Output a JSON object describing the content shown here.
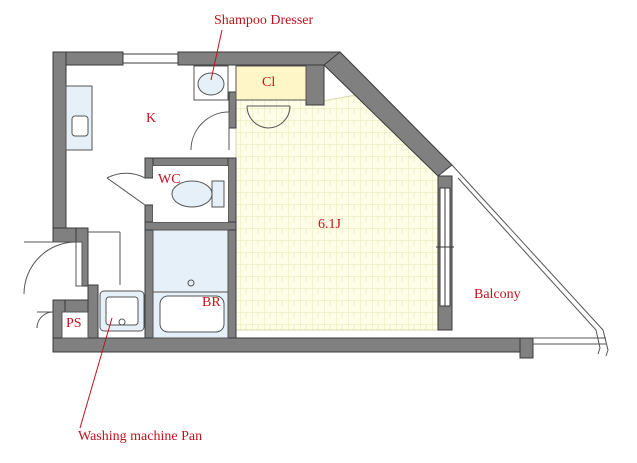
{
  "labels": {
    "shampoo_dresser": "Shampoo Dresser",
    "closet": "Cl",
    "kitchen": "K",
    "wc": "WC",
    "main_room": "6.1J",
    "bathroom": "BR",
    "balcony": "Balcony",
    "pipe_space": "PS",
    "washing_machine_pan": "Washing machine Pan"
  },
  "colors": {
    "wall": "#808080",
    "wall_edge": "#3a3a3a",
    "floor": "#fdfde8",
    "floor_line": "#e6e6b4",
    "fixture": "#e6f0f8",
    "closet": "#fff6c8",
    "label": "#c0141c"
  }
}
